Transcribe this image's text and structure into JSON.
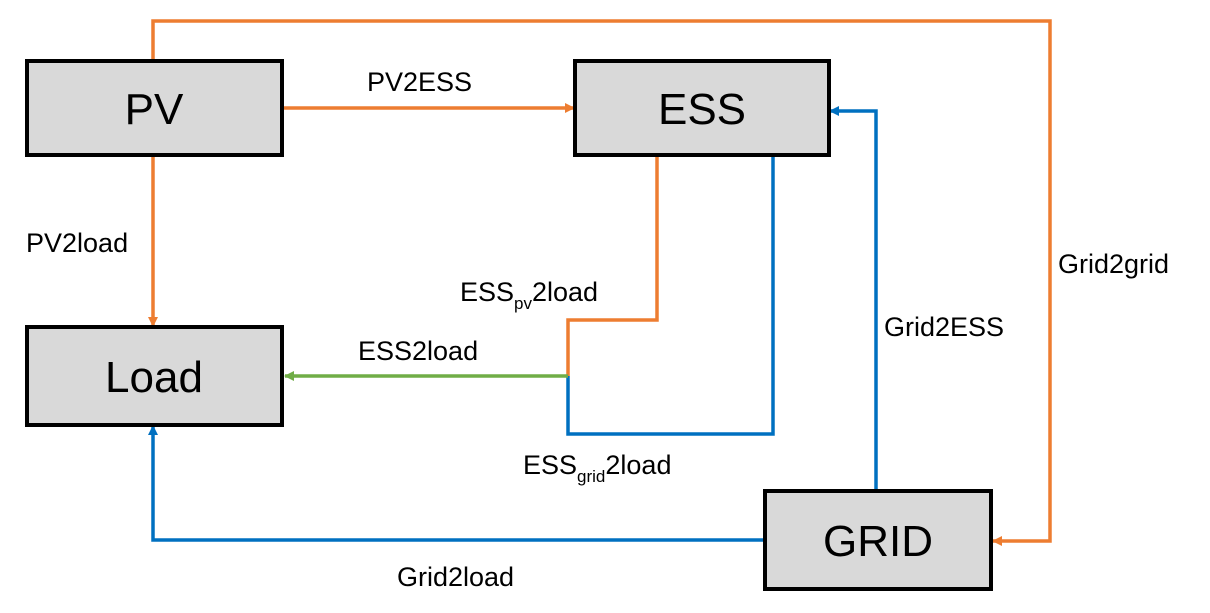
{
  "nodes": {
    "pv": "PV",
    "ess": "ESS",
    "load": "Load",
    "grid": "GRID"
  },
  "edges": {
    "pv2ess": "PV2ESS",
    "pv2load": "PV2load",
    "ess_pv2load": {
      "main": "ESS",
      "sub": "pv",
      "rest": "2load"
    },
    "ess2load": "ESS2load",
    "ess_grid2load": {
      "main": "ESS",
      "sub": "grid",
      "rest": "2load"
    },
    "grid2ess": "Grid2ESS",
    "grid2grid": "Grid2grid",
    "grid2load": "Grid2load"
  },
  "colors": {
    "pv_flow": "#ED7D31",
    "grid_flow": "#0070C0",
    "ess_discharge": "#70AD47",
    "box_fill": "#D9D9D9",
    "box_border": "#000000"
  }
}
